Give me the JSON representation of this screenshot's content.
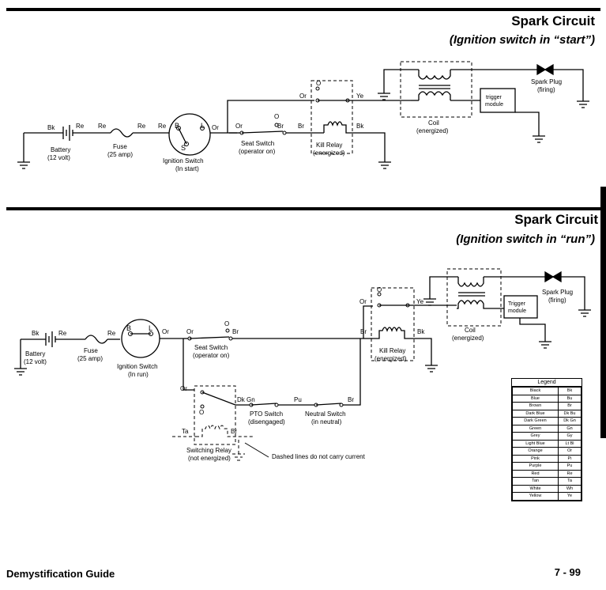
{
  "top": {
    "title": "Spark Circuit",
    "subtitle": "(Ignition switch in “start”)",
    "labels": {
      "bk": "Bk",
      "re1": "Re",
      "re2": "Re",
      "re3": "Re",
      "battery": "Battery",
      "battery_volt": "(12 volt)",
      "fuse": "Fuse",
      "fuse_amp": "(25 amp)",
      "sw_b": "B",
      "sw_l": "L",
      "sw_s": "S",
      "sw_or": "Or",
      "ign": "Ignition Switch",
      "ign_state": "(In start)",
      "or_seat": "Or",
      "br_seat": "Br",
      "seat_o": "O",
      "seat": "Seat Switch",
      "seat_state": "(operator on)",
      "br_kill": "Br",
      "or_relay": "Or",
      "relay_o": "O",
      "ye": "Ye",
      "bk_relay": "Bk",
      "kill": "Kill Relay",
      "kill_state": "(energized)",
      "coil": "Coil",
      "coil_state": "(energized)",
      "trigger1": "trigger",
      "trigger2": "module",
      "plug": "Spark Plug",
      "plug_state": "(firing)"
    }
  },
  "bottom": {
    "title": "Spark Circuit",
    "subtitle": "(Ignition switch in “run”)",
    "labels": {
      "bk": "Bk",
      "re1": "Re",
      "re2": "Re",
      "battery": "Battery",
      "battery_volt": "(12 volt)",
      "fuse": "Fuse",
      "fuse_amp": "(25 amp)",
      "sw_b": "B",
      "sw_l": "L",
      "sw_or": "Or",
      "ign": "Ignition Switch",
      "ign_state": "(In run)",
      "or_seat": "Or",
      "br_seat": "Br",
      "seat_o": "O",
      "seat": "Seat Switch",
      "seat_state": "(operator on)",
      "or_relay": "Or",
      "relay_o": "O",
      "ye": "Ye",
      "br_kill": "Br",
      "bk_relay": "Bk",
      "kill": "Kill Relay",
      "kill_state": "(energized)",
      "coil": "Coil",
      "coil_state": "(energized)",
      "trigger1": "Trigger",
      "trigger2": "module",
      "plug": "Spark Plug",
      "plug_state": "(firing)",
      "or_sw": "Or",
      "sw_o": "O",
      "dkgn": "Dk Gn",
      "pu": "Pu",
      "br_neutral": "Br",
      "pto": "PTO Switch",
      "pto_state": "(disengaged)",
      "neutral": "Neutral Switch",
      "neutral_state": "(in neutral)",
      "ta": "Ta",
      "br_sw": "Br",
      "switching": "Switching Relay",
      "switching_state": "(not energized)",
      "dashed_note": "Dashed lines do not carry current"
    }
  },
  "legend": {
    "title": "Legend",
    "rows": [
      [
        "Black",
        "Bk"
      ],
      [
        "Blue",
        "Bu"
      ],
      [
        "Brown",
        "Br"
      ],
      [
        "Dark Blue",
        "Dk Bu"
      ],
      [
        "Dark Green",
        "Dk Gn"
      ],
      [
        "Green",
        "Gn"
      ],
      [
        "Grey",
        "Gy"
      ],
      [
        "Light Blue",
        "Lt Bl"
      ],
      [
        "Orange",
        "Or"
      ],
      [
        "Pink",
        "Pi"
      ],
      [
        "Purple",
        "Pu"
      ],
      [
        "Red",
        "Re"
      ],
      [
        "Tan",
        "Ta"
      ],
      [
        "White",
        "Wh"
      ],
      [
        "Yellow",
        "Ye"
      ]
    ]
  },
  "footer": {
    "left": "Demystification Guide",
    "right": "7 - 99"
  }
}
